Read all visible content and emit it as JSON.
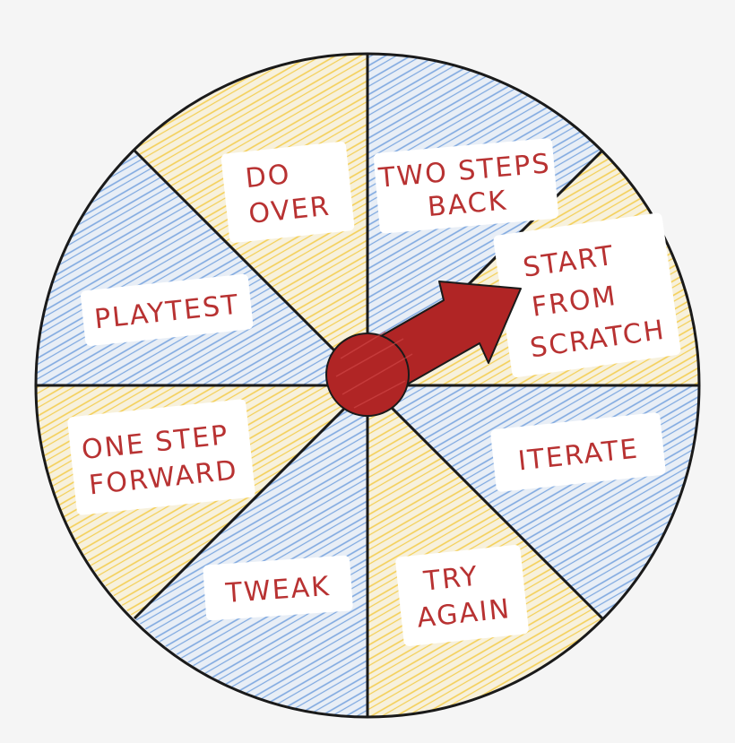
{
  "colors": {
    "background": "#f5f5f5",
    "yellow_fill": "#f7d35c",
    "blue_fill": "#7ea8e0",
    "outline": "#1a1a1a",
    "spinner": "#b02525",
    "label_text": "#b83232",
    "label_bg": "#ffffff"
  },
  "wheel": {
    "segments": [
      {
        "id": "two-steps-back",
        "lines": [
          "TWO STEPS",
          "BACK"
        ],
        "fill": "blue"
      },
      {
        "id": "start-from-scratch",
        "lines": [
          "START",
          "FROM",
          "SCRATCH"
        ],
        "fill": "yellow"
      },
      {
        "id": "iterate",
        "lines": [
          "ITERATE"
        ],
        "fill": "blue"
      },
      {
        "id": "try-again",
        "lines": [
          "TRY",
          "AGAIN"
        ],
        "fill": "yellow"
      },
      {
        "id": "tweak",
        "lines": [
          "TWEAK"
        ],
        "fill": "blue"
      },
      {
        "id": "one-step-forward",
        "lines": [
          "ONE STEP",
          "FORWARD"
        ],
        "fill": "yellow"
      },
      {
        "id": "playtest",
        "lines": [
          "PLAYTEST"
        ],
        "fill": "blue"
      },
      {
        "id": "do-over",
        "lines": [
          "DO",
          "OVER"
        ],
        "fill": "yellow"
      }
    ],
    "pointer_target": "START FROM SCRATCH"
  }
}
